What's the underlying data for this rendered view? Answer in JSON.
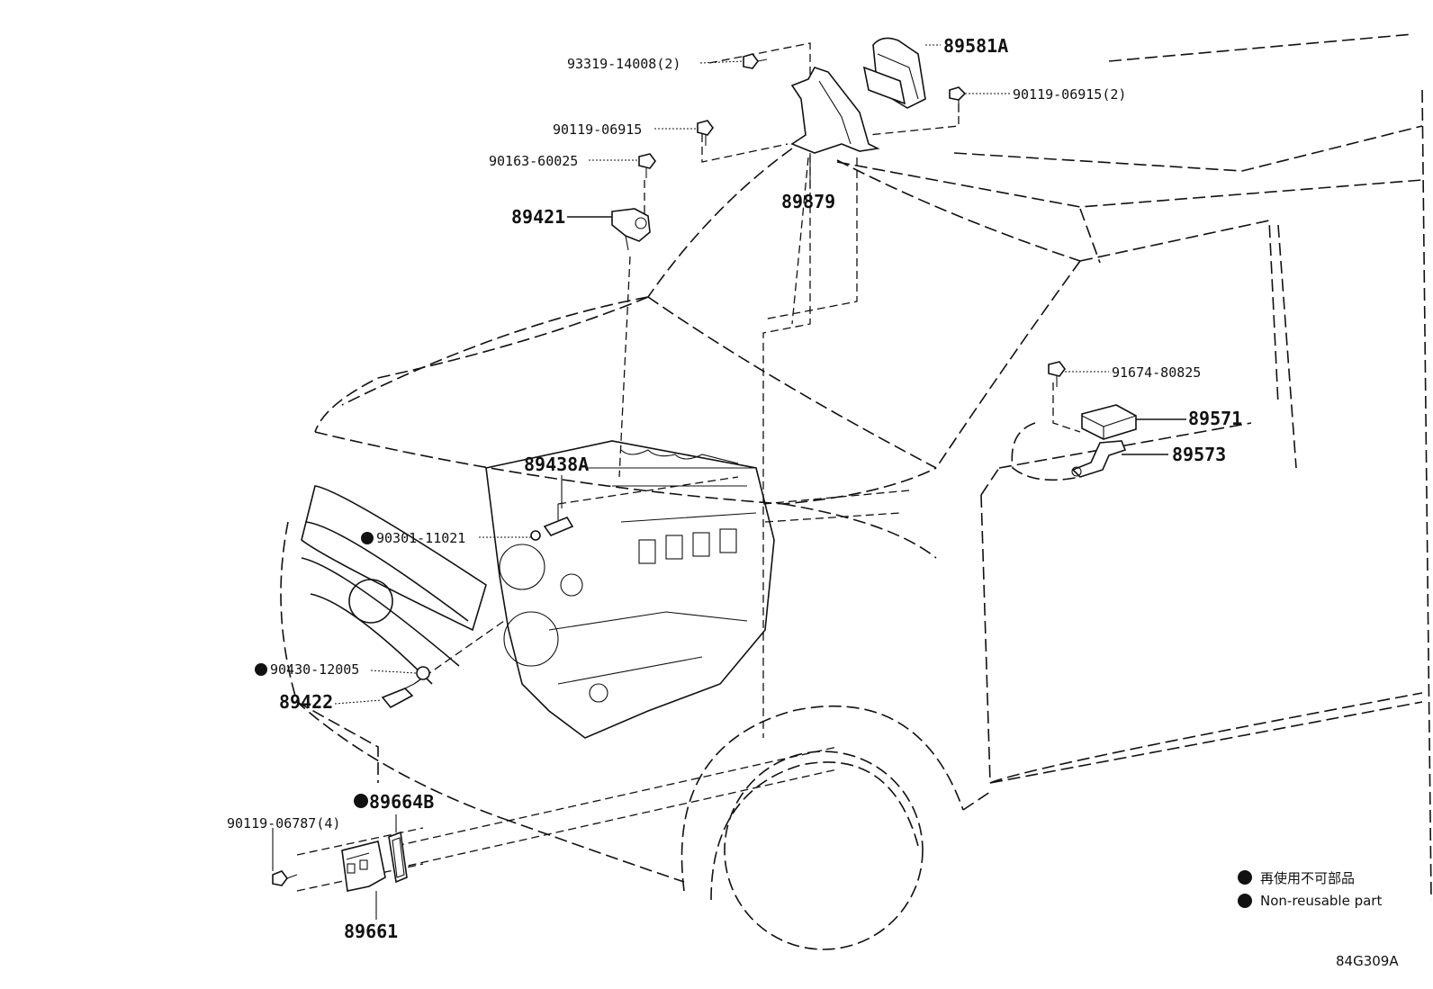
{
  "parts": [
    {
      "id": "p93319",
      "number": "93319-14008(2)",
      "style": "small",
      "nonreusable": false
    },
    {
      "id": "p89581",
      "number": "89581A",
      "style": "large",
      "nonreusable": false
    },
    {
      "id": "p90119a",
      "number": "90119-06915(2)",
      "style": "small",
      "nonreusable": false
    },
    {
      "id": "p90119b",
      "number": "90119-06915",
      "style": "small",
      "nonreusable": false
    },
    {
      "id": "p90163",
      "number": "90163-60025",
      "style": "small",
      "nonreusable": false
    },
    {
      "id": "p89879",
      "number": "89879",
      "style": "large",
      "nonreusable": false
    },
    {
      "id": "p89421",
      "number": "89421",
      "style": "large",
      "nonreusable": false
    },
    {
      "id": "p91674",
      "number": "91674-80825",
      "style": "small",
      "nonreusable": false
    },
    {
      "id": "p89571",
      "number": "89571",
      "style": "large",
      "nonreusable": false
    },
    {
      "id": "p89573",
      "number": "89573",
      "style": "large",
      "nonreusable": false
    },
    {
      "id": "p89438",
      "number": "89438A",
      "style": "large",
      "nonreusable": false
    },
    {
      "id": "p90301",
      "number": "90301-11021",
      "style": "small",
      "nonreusable": true
    },
    {
      "id": "p90430",
      "number": "90430-12005",
      "style": "small",
      "nonreusable": true
    },
    {
      "id": "p89422",
      "number": "89422",
      "style": "large",
      "nonreusable": false
    },
    {
      "id": "p89664",
      "number": "89664B",
      "style": "large",
      "nonreusable": true
    },
    {
      "id": "p90119c",
      "number": "90119-06787(4)",
      "style": "small",
      "nonreusable": false
    },
    {
      "id": "p89661",
      "number": "89661",
      "style": "large",
      "nonreusable": false
    }
  ],
  "legend": {
    "jp": "再使用不可部品",
    "en": "Non-reusable part"
  },
  "diagram_code": "84G309A"
}
